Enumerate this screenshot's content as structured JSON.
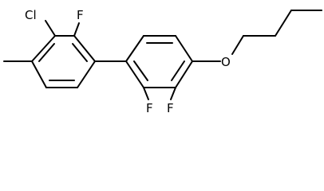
{
  "atom_labels": {
    "chlorine": "Cl",
    "fluorine_top": "F",
    "fluorine_bottom_left": "F",
    "fluorine_bottom_right": "F",
    "oxygen": "O"
  }
}
